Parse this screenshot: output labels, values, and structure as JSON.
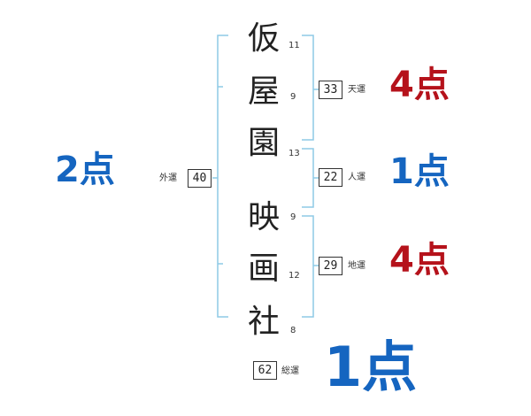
{
  "name": {
    "chars": [
      {
        "char": "仮",
        "strokes": "11"
      },
      {
        "char": "屋",
        "strokes": "9"
      },
      {
        "char": "園",
        "strokes": "13"
      },
      {
        "char": "映",
        "strokes": "9"
      },
      {
        "char": "画",
        "strokes": "12"
      },
      {
        "char": "社",
        "strokes": "8"
      }
    ]
  },
  "fortunes": {
    "gaikaku": {
      "label": "外運",
      "value": "40",
      "score": "2点"
    },
    "tenkaku": {
      "label": "天運",
      "value": "33",
      "score": "4点"
    },
    "jinkaku": {
      "label": "人運",
      "value": "22",
      "score": "1点"
    },
    "chikaku": {
      "label": "地運",
      "value": "29",
      "score": "4点"
    },
    "soukaku": {
      "label": "総運",
      "value": "62",
      "score": "1点"
    }
  },
  "colors": {
    "bracket": "#8ecae6",
    "score_red": "#b5121b",
    "score_blue": "#1565c0"
  }
}
